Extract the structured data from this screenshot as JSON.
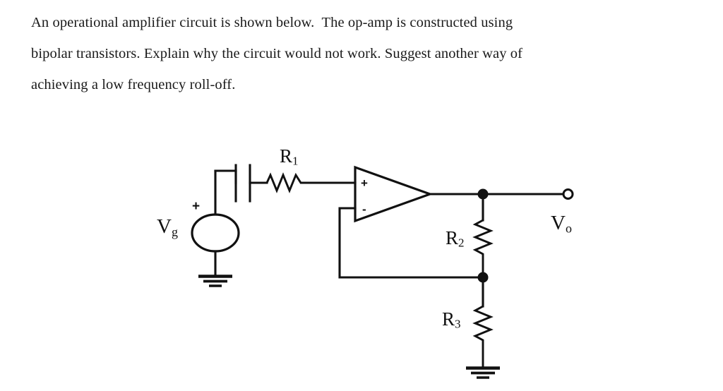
{
  "document": {
    "problem_text_lines": [
      "An operational amplifier circuit is shown below.  The op-amp is constructed using",
      "bipolar transistors. Explain why the circuit would not work. Suggest another way of",
      "achieving a low frequency roll-off."
    ]
  },
  "figure": {
    "title": "operational amplifier circuit schematic",
    "ink_color": "#111111",
    "background_color": "#ffffff",
    "labels": {
      "source_label": "V",
      "source_subscript": "g",
      "source_polarity": "+",
      "r1_label": "R",
      "r1_subscript": "1",
      "r2_label": "R",
      "r2_subscript": "2",
      "r3_label": "R",
      "r3_subscript": "3",
      "output_label": "V",
      "output_subscript": "o",
      "opamp_noninverting_pin": "+",
      "opamp_inverting_pin": "-"
    },
    "components": [
      {
        "name": "voltage-source",
        "type": "ac-source",
        "label": "Vg"
      },
      {
        "name": "coupling-capacitor",
        "type": "capacitor",
        "label": ""
      },
      {
        "name": "resistor-r1",
        "type": "resistor",
        "label": "R1"
      },
      {
        "name": "op-amp",
        "type": "operational-amplifier",
        "label": ""
      },
      {
        "name": "resistor-r2",
        "type": "resistor",
        "label": "R2"
      },
      {
        "name": "resistor-r3",
        "type": "resistor",
        "label": "R3"
      },
      {
        "name": "ground-source",
        "type": "ground",
        "label": ""
      },
      {
        "name": "ground-r3",
        "type": "ground",
        "label": ""
      },
      {
        "name": "output-terminal",
        "type": "open-terminal",
        "label": "Vo"
      }
    ]
  }
}
